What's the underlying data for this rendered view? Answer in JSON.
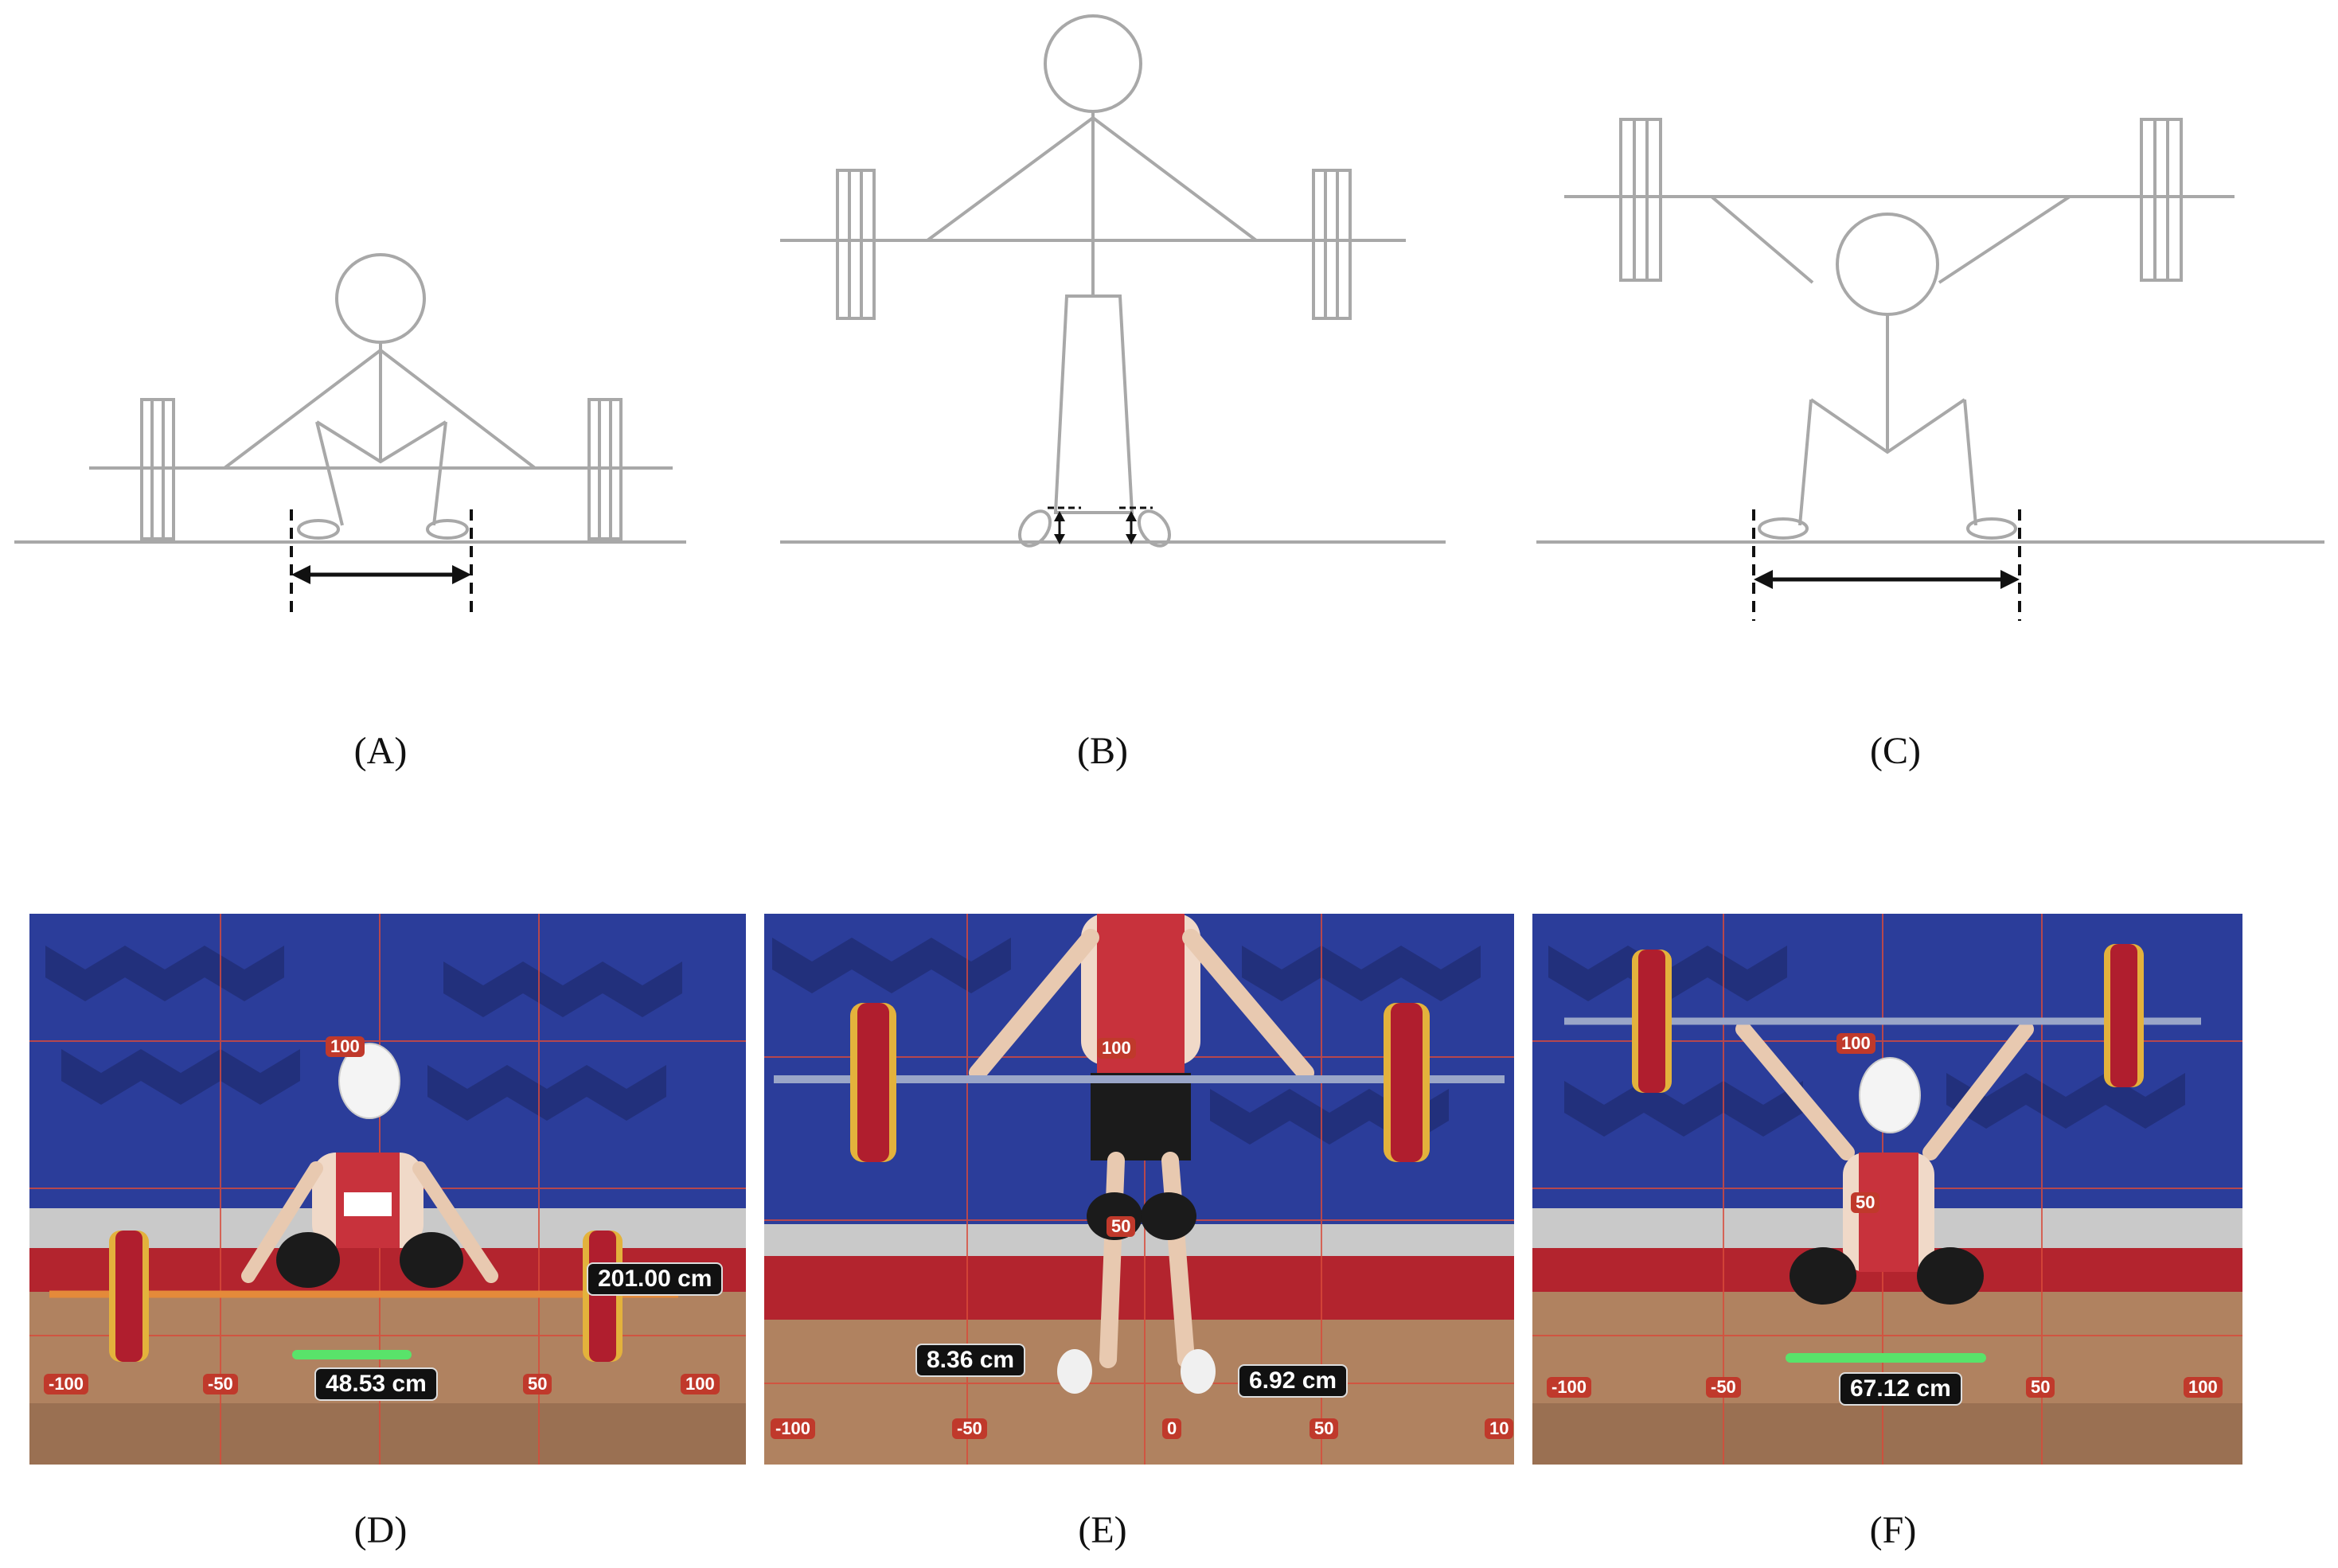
{
  "captions": {
    "a": "(A)",
    "b": "(B)",
    "c": "(C)",
    "d": "(D)",
    "e": "(E)",
    "f": "(F)"
  },
  "photo_d": {
    "bar_length": "201.00 cm",
    "stance_width": "48.53 cm",
    "height_tick": "100",
    "scale_ticks": [
      "-100",
      "-50",
      "50",
      "100"
    ]
  },
  "photo_e": {
    "left_heel": "8.36 cm",
    "right_heel": "6.92 cm",
    "height_tick": "100",
    "knee_tick": "50",
    "scale_ticks": [
      "-100",
      "-50",
      "0",
      "50",
      "10"
    ]
  },
  "photo_f": {
    "stance_width": "67.12 cm",
    "height_tick": "100",
    "chest_tick": "50",
    "scale_ticks": [
      "-100",
      "-50",
      "50",
      "100"
    ]
  },
  "colors": {
    "sketch_line": "#a8a8a8",
    "backdrop_blue": "#2b3d9a",
    "platform_wood": "#b08260",
    "accent_red": "#c0392b",
    "plate_red": "#b01e2e",
    "plate_yellow": "#e3b23c"
  }
}
